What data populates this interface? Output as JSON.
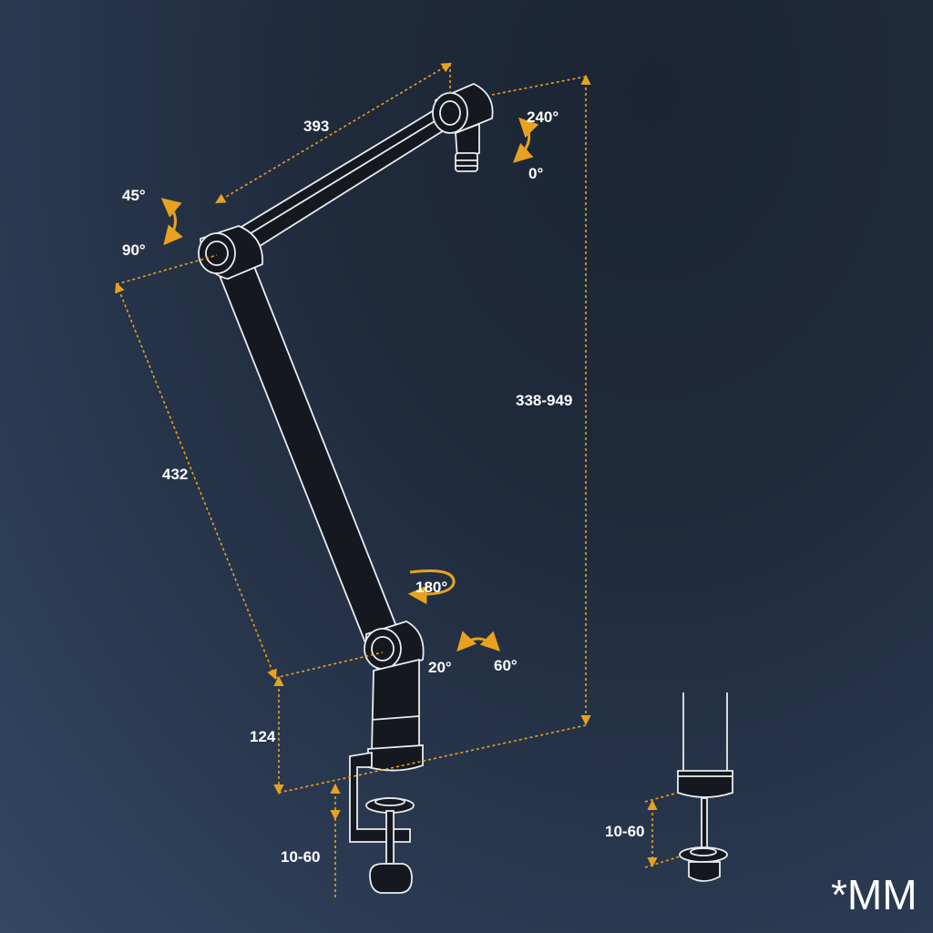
{
  "dimensions": {
    "upper_arm_length": "393",
    "lower_arm_length": "432",
    "total_height": "338-949",
    "base_height": "124",
    "clamp_range": "10-60",
    "grommet_range": "10-60"
  },
  "angles": {
    "head_max": "240°",
    "head_min": "0°",
    "elbow_a": "45°",
    "elbow_b": "90°",
    "swivel": "180°",
    "base_min": "20°",
    "base_max": "60°"
  },
  "unit_label": "*MM",
  "colors": {
    "accent": "#e8a21f",
    "line": "#e9ecef",
    "background": "#222d3f"
  }
}
